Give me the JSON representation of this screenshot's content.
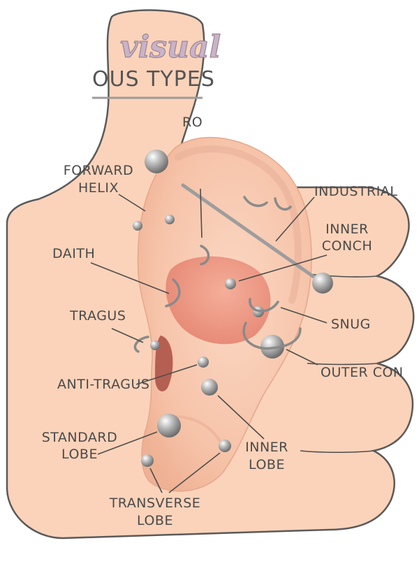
{
  "title": {
    "word": "visual",
    "subtitle": "OUS TYPES"
  },
  "labels": {
    "rook": "RO",
    "forward_helix_1": "FORWARD",
    "forward_helix_2": "HELIX",
    "industrial": "INDUSTRIAL",
    "inner_conch_1": "INNER",
    "inner_conch_2": "CONCH",
    "daith": "DAITH",
    "tragus": "TRAGUS",
    "snug": "SNUG",
    "outer_conch": "OUTER CON",
    "anti_tragus": "ANTI-TRAGUS",
    "standard_lobe_1": "STANDARD",
    "standard_lobe_2": "LOBE",
    "inner_lobe_1": "INNER",
    "inner_lobe_2": "LOBE",
    "transverse_lobe_1": "TRANSVERSE",
    "transverse_lobe_2": "LOBE"
  },
  "colors": {
    "hand_fill": "#fbd3ba",
    "hand_stroke": "#5a5a5a",
    "ear_fill": "#f8c9ae",
    "ear_shadow": "#e79b86",
    "jewelry": "#a9a9a9"
  }
}
